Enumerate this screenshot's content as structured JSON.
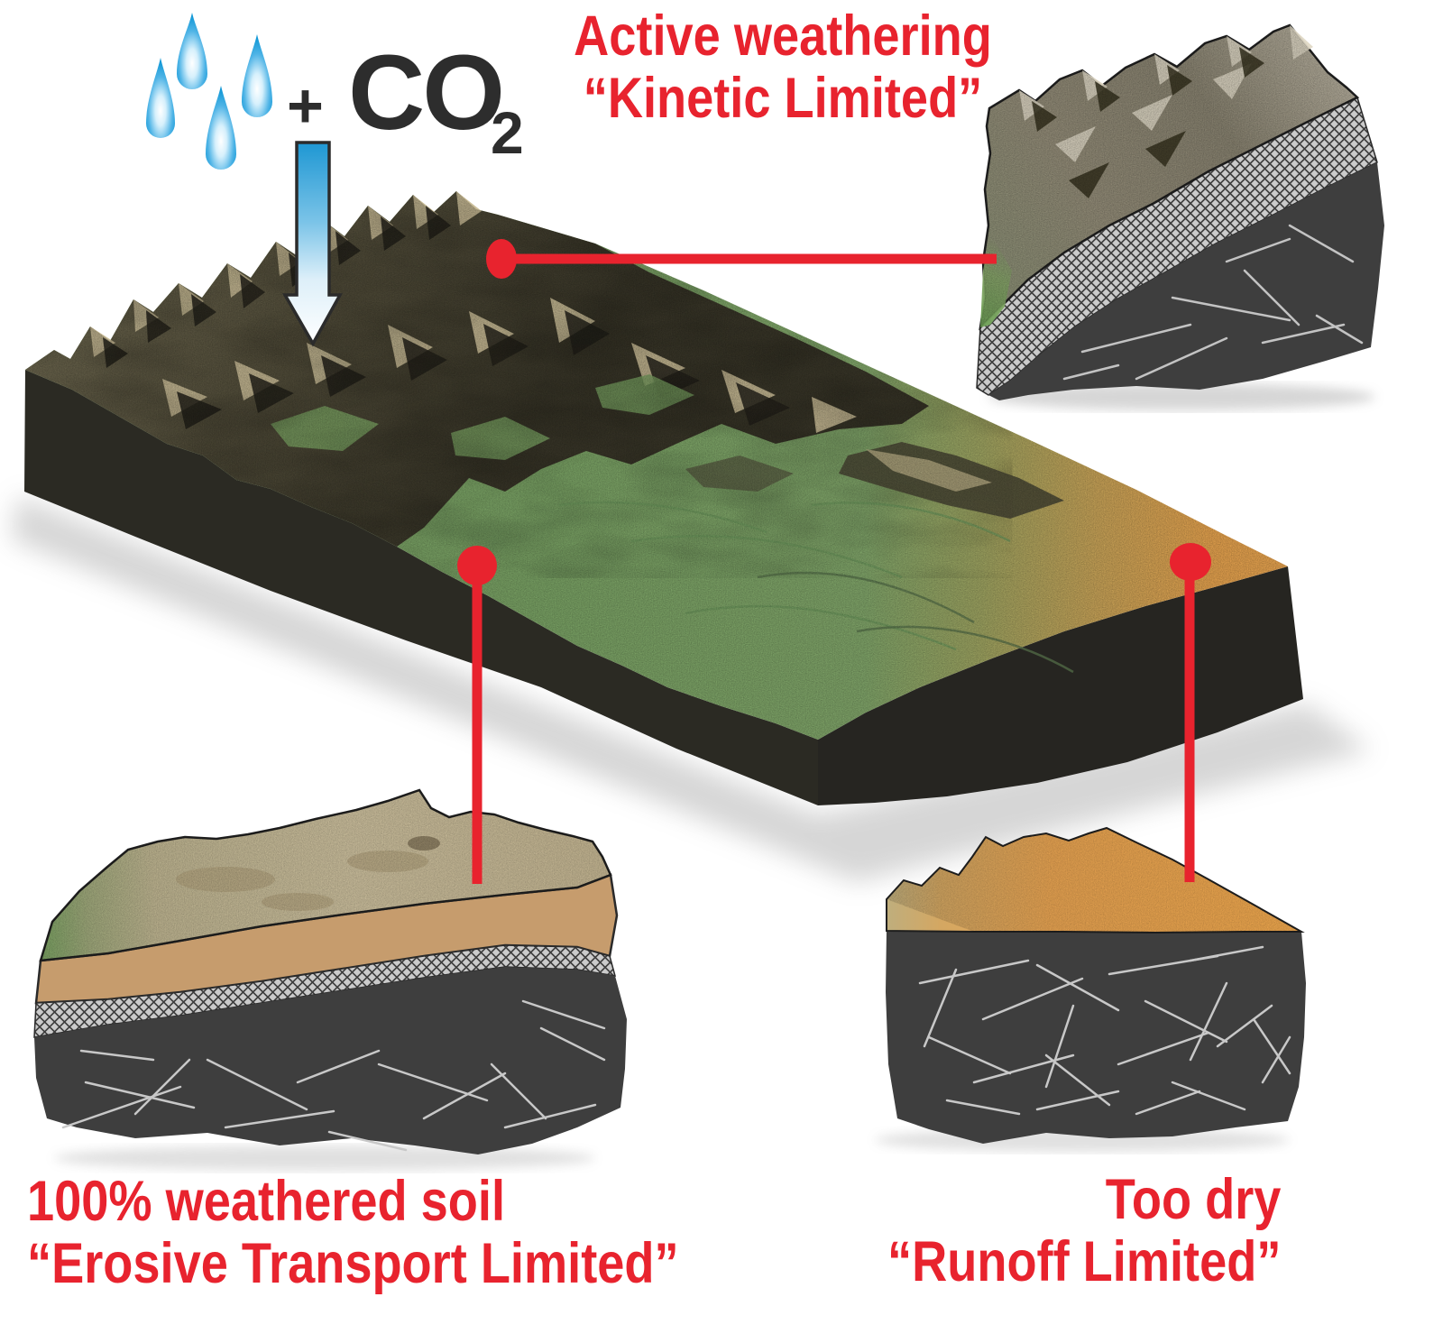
{
  "figure": {
    "co2_label": {
      "plus": "+",
      "formula": "CO",
      "subscript": "2"
    },
    "callouts": {
      "kinetic": {
        "line1": "Active weathering",
        "line2": "“Kinetic Limited”"
      },
      "erosive": {
        "line1": "100% weathered soil",
        "line2": "“Erosive Transport Limited”"
      },
      "runoff": {
        "line1": "Too dry",
        "line2": "“Runoff Limited”"
      }
    },
    "icons": {
      "droplets": "water-droplets-icon",
      "arrow": "down-arrow-icon",
      "callout_dots": "red-callout-dot"
    },
    "colors": {
      "accent_red": "#e8232e",
      "co2_text": "#2d2d2d",
      "droplet_blue": "#1899d5",
      "arrow_blue": "#1e97d3",
      "plain_green": "#7ea868",
      "dry_orange": "#f2a950",
      "soil_tan": "#c69c6d",
      "regolith_grey": "#c9c9c9",
      "bedrock_grey": "#3e3e3e",
      "block_side_dark": "#2b2a23"
    }
  }
}
